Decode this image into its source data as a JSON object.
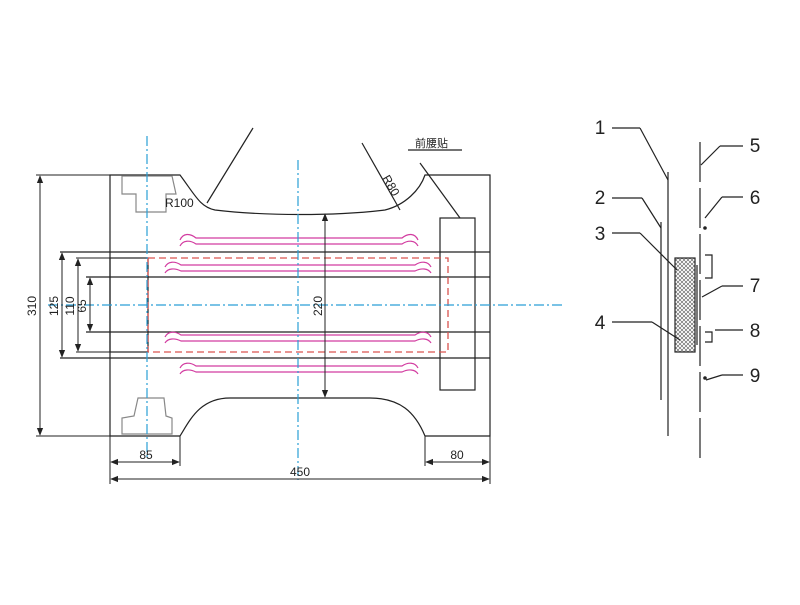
{
  "drawing": {
    "dimensions": {
      "overall_height": "310",
      "height_125": "125",
      "height_110": "110",
      "height_65": "65",
      "height_220": "220",
      "radius_100": "R100",
      "radius_80": "R80",
      "width_85": "85",
      "width_80": "80",
      "overall_width": "450"
    },
    "note_label": "前腰贴",
    "callouts": [
      "1",
      "2",
      "3",
      "4",
      "5",
      "6",
      "7",
      "8",
      "9"
    ],
    "colors": {
      "outline": "#222222",
      "centerline": "#2a9fd6",
      "elastic": "#d23ca0",
      "dashed_region": "#d9534f",
      "grey_tab": "#888888"
    }
  }
}
